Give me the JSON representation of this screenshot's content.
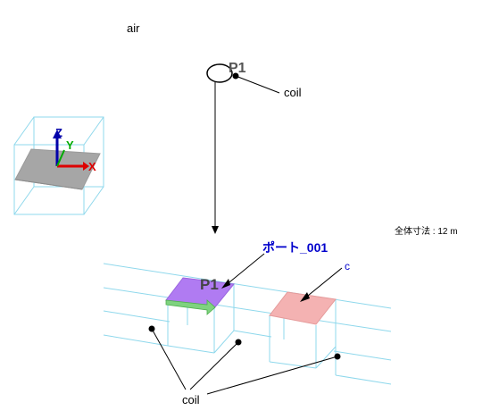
{
  "labels": {
    "air": "air",
    "port_top": "P1",
    "coil_top": "coil",
    "size_text": "全体寸法 : 12 m",
    "port_name": "ポート_001",
    "c_label": "c",
    "port_bottom": "P1",
    "coil_bottom": "coil"
  },
  "axes": {
    "x": "X",
    "y": "Y",
    "z": "Z"
  },
  "colors": {
    "wire": "#8fd8ec",
    "port": "#b07bf2",
    "c_face": "#f4b2b2",
    "port_name": "#0000cc",
    "axis_x": "#dd0000",
    "axis_y": "#00aa00",
    "axis_z": "#0000aa",
    "leader": "#000000"
  }
}
